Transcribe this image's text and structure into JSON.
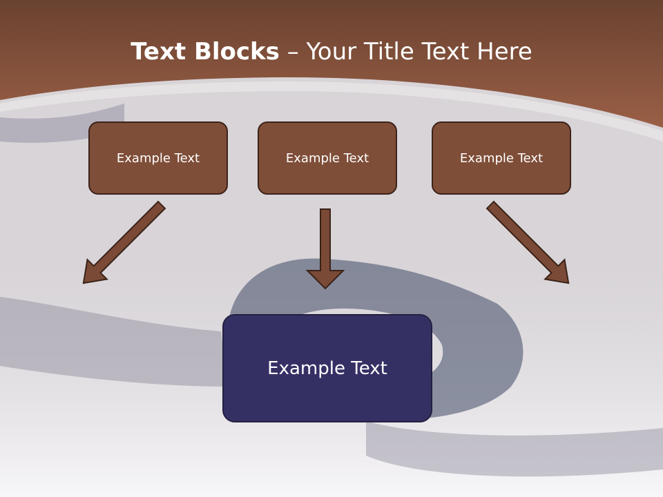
{
  "slide": {
    "title_bold": "Text Blocks",
    "title_dash": " – ",
    "title_rest": "Your Title Text Here",
    "top_boxes": [
      {
        "label": "Example Text"
      },
      {
        "label": "Example Text"
      },
      {
        "label": "Example Text"
      }
    ],
    "target_box": {
      "label": "Example Text"
    }
  },
  "colors": {
    "header_brown": "#8a5540",
    "box_brown": "#7f4e38",
    "box_navy": "#353064",
    "arrow_fill": "#7a4a36",
    "arrow_stroke": "#3a2217"
  },
  "icons": [
    "down-arrow",
    "down-right-arrow",
    "down-left-arrow"
  ]
}
